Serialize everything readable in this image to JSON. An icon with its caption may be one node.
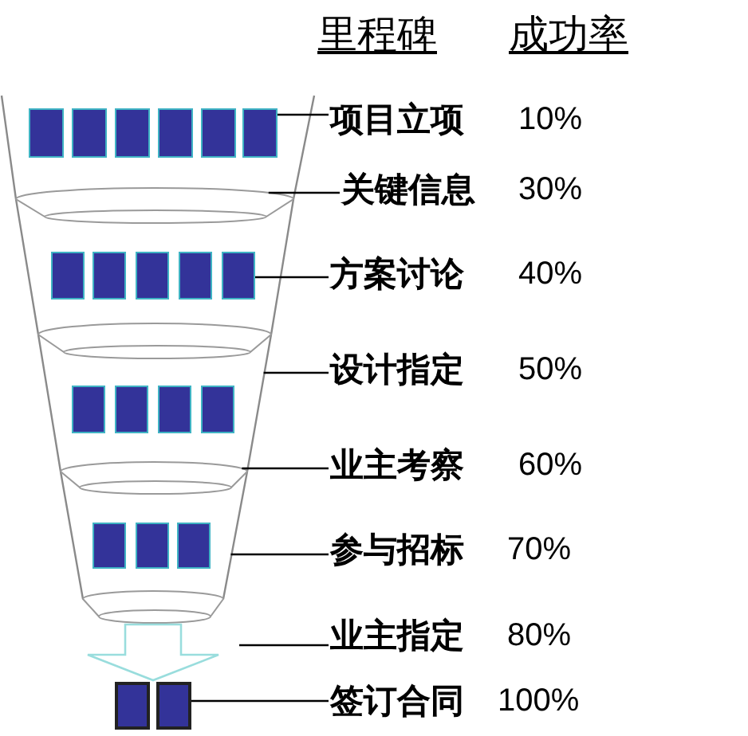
{
  "diagram": {
    "nodes": [
      {
        "text": [],
        "shape": "funnel"
      },
      {
        "text": [],
        "shape": "box",
        "in": 0
      },
      {
        "text": [],
        "shape": "box",
        "in": 0
      },
      {
        "text": [],
        "shape": "box",
        "in": 0
      },
      {
        "text": [],
        "shape": "box",
        "in": 0
      },
      {
        "text": [],
        "shape": "box",
        "in": 0
      },
      {
        "text": [],
        "shape": "box",
        "in": 0
      },
      {
        "text": [
          "项目立项"
        ],
        "beside": [
          "10%"
        ]
      },
      {
        "text": [],
        "shape": "ring",
        "in": 0
      },
      {
        "text": [
          "关键信息"
        ],
        "beside": [
          "30%"
        ]
      },
      {
        "text": [],
        "shape": "box",
        "in": 0
      },
      {
        "text": [],
        "shape": "box",
        "in": 0
      },
      {
        "text": [],
        "shape": "box",
        "in": 0
      },
      {
        "text": [],
        "shape": "box",
        "in": 0
      },
      {
        "text": [],
        "shape": "box",
        "in": 0
      },
      {
        "text": [
          "方案讨论"
        ],
        "beside": [
          "40%"
        ]
      },
      {
        "text": [],
        "shape": "ring",
        "in": 0
      },
      {
        "text": [
          "设计指定"
        ],
        "beside": [
          "50%"
        ]
      },
      {
        "text": [],
        "shape": "box",
        "in": 0
      },
      {
        "text": [],
        "shape": "box",
        "in": 0
      },
      {
        "text": [],
        "shape": "box",
        "in": 0
      },
      {
        "text": [],
        "shape": "box",
        "in": 0
      },
      {
        "text": [],
        "shape": "ring",
        "in": 0
      },
      {
        "text": [
          "业主考察"
        ],
        "beside": [
          "60%"
        ]
      },
      {
        "text": [],
        "shape": "box",
        "in": 0
      },
      {
        "text": [],
        "shape": "box",
        "in": 0
      },
      {
        "text": [],
        "shape": "box",
        "in": 0
      },
      {
        "text": [
          "参与招标"
        ],
        "beside": [
          "70%"
        ]
      },
      {
        "text": [],
        "shape": "ring",
        "in": 0
      },
      {
        "text": [
          "业主指定"
        ],
        "beside": [
          "80%"
        ]
      },
      {
        "text": [],
        "shape": "box"
      },
      {
        "text": [],
        "shape": "box"
      },
      {
        "text": [
          "签订合同"
        ],
        "beside": [
          "100%"
        ]
      }
    ],
    "edges": [
      {
        "from": 7,
        "to": 6,
        "arrow": "none"
      },
      {
        "from": 9,
        "to": 8,
        "arrow": "none"
      },
      {
        "from": 15,
        "to": 14,
        "arrow": "none"
      },
      {
        "from": 17,
        "to": 0,
        "arrow": "none"
      },
      {
        "from": 23,
        "to": 22,
        "arrow": "none"
      },
      {
        "from": 27,
        "to": 0,
        "arrow": "none"
      },
      {
        "from": 29,
        "to": null,
        "arrow": "none"
      },
      {
        "from": 32,
        "to": 31,
        "arrow": "none"
      },
      {
        "from": 28,
        "to": 30,
        "arrow": "to",
        "style": "thick",
        "color": "#99dddd"
      },
      {
        "from": 28,
        "to": 31,
        "arrow": "to",
        "style": "thick",
        "color": "#99dddd"
      }
    ],
    "labels": [
      "里程碑",
      "成功率"
    ]
  }
}
